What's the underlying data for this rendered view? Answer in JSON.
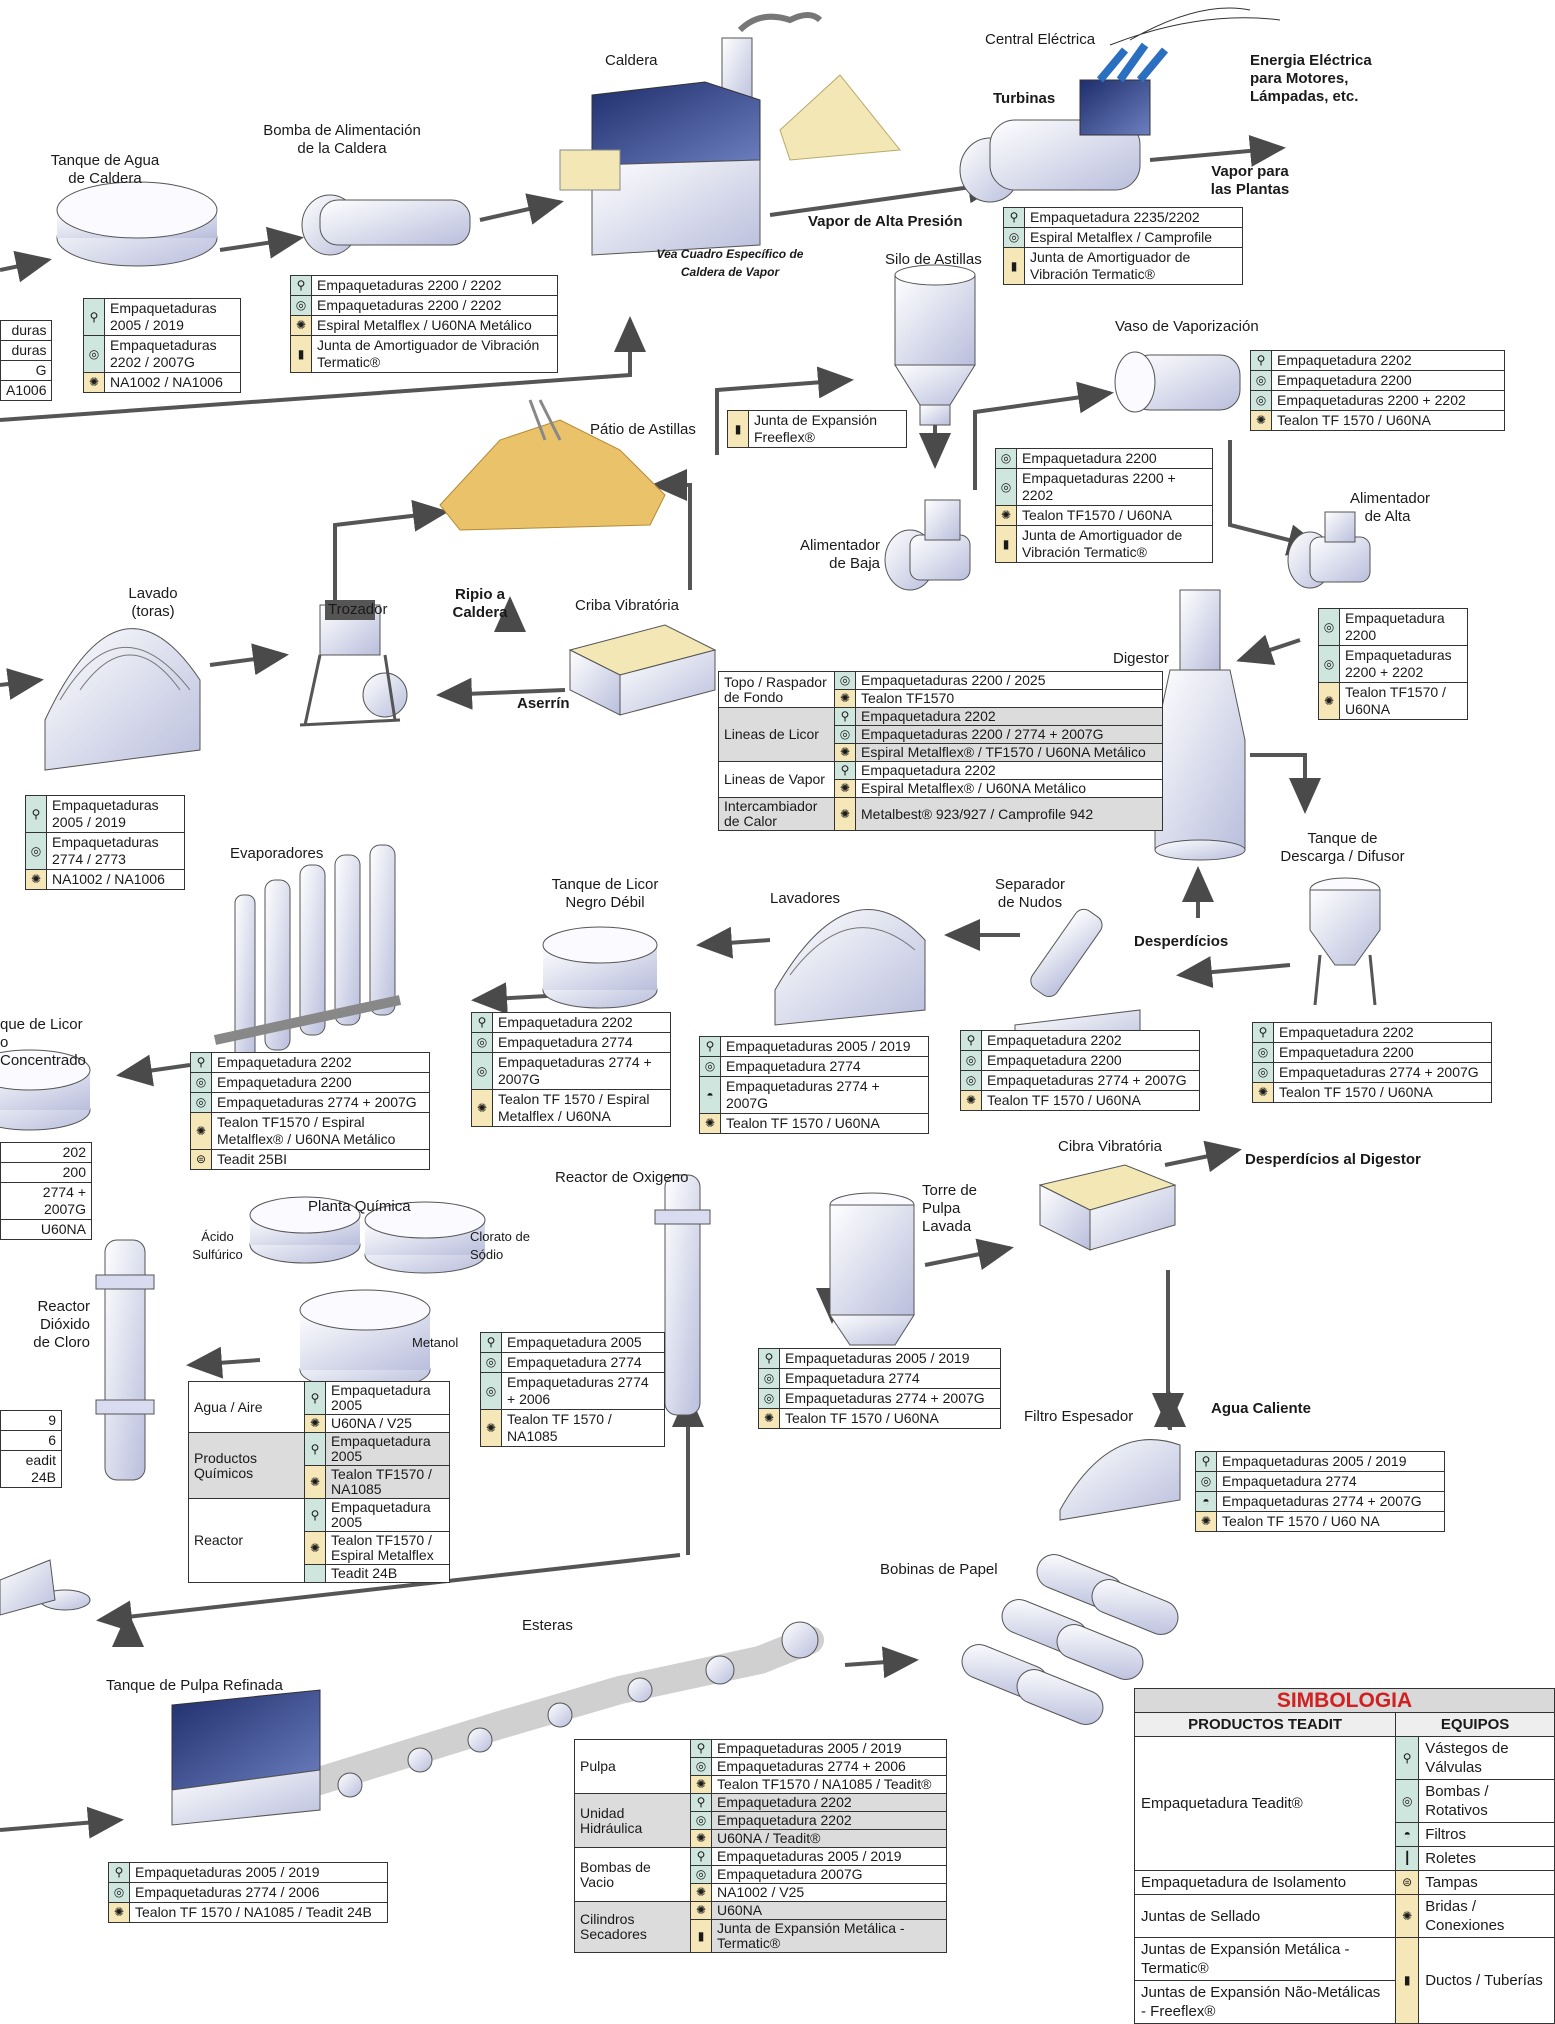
{
  "labels": {
    "caldera": "Caldera",
    "central_electrica": "Central Eléctrica",
    "energia": "Energia Eléctrica para Motores, Lámpadas, etc.",
    "turbinas": "Turbinas",
    "vapor_plantas": "Vapor para las Plantas",
    "vapor_alta": "Vapor de Alta Presión",
    "vea_cuadro": "Vea Cuadro Específico de Caldera de Vapor",
    "bomba_alim": "Bomba de Alimentación de la Caldera",
    "tanque_agua": "Tanque de Agua de Caldera",
    "silo": "Silo de Astillas",
    "vaso": "Vaso de Vaporización",
    "patio": "Pátio de Astillas",
    "alim_alta": "Alimentador de Alta",
    "alim_baja": "Alimentador de Baja",
    "lavado": "Lavado (toras)",
    "trozador": "Trozador",
    "ripio": "Ripio a Caldera",
    "criba": "Criba Vibratória",
    "aserrin": "Aserrín",
    "digestor": "Digestor",
    "evaporadores": "Evaporadores",
    "tanque_licor_debil": "Tanque de Licor Negro Débil",
    "lavadores": "Lavadores",
    "separador": "Separador de Nudos",
    "desperdicios": "Desperdícios",
    "tanque_descarga": "Tanque de Descarga / Difusor",
    "tanque_licor_conc": "que de Licor o Concentrado",
    "planta_quimica": "Planta Química",
    "acido": "Ácido Sulfúrico",
    "clorato": "Clorato de Sódio",
    "metanol": "Metanol",
    "reactor_oxigeno": "Reactor de Oxigeno",
    "torre_pulpa": "Torre de Pulpa Lavada",
    "cibra": "Cibra Vibratória",
    "desp_digestor": "Desperdícios al Digestor",
    "agua_caliente": "Agua Caliente",
    "filtro": "Filtro Espesador",
    "reactor_dioxido": "Reactor Dióxido de Cloro",
    "bobinas": "Bobinas de Papel",
    "esteras": "Esteras",
    "tanque_pulpa_ref": "Tanque de Pulpa Refinada"
  },
  "tables": {
    "central": [
      {
        "icon": "valve-stem-icon",
        "text": "Empaquetadura 2235/2202"
      },
      {
        "icon": "pump-icon",
        "text": "Espiral Metalflex / Camprofile"
      },
      {
        "icon": "duct-icon",
        "text": "Junta de Amortiguador de Vibración Termatic®"
      }
    ],
    "bomba": [
      {
        "icon": "valve-stem-icon",
        "text": "Empaquetaduras 2200 / 2202"
      },
      {
        "icon": "pump-icon",
        "text": "Empaquetaduras 2200 / 2202"
      },
      {
        "icon": "flange-icon",
        "text": "Espiral Metalflex  / U60NA Metálico"
      },
      {
        "icon": "duct-icon",
        "text": "Junta de Amortiguador de Vibración Termatic®"
      }
    ],
    "tanque_agua": [
      {
        "icon": "valve-stem-icon",
        "text": "Empaquetaduras 2005 / 2019"
      },
      {
        "icon": "pump-icon",
        "text": "Empaquetaduras 2202 / 2007G"
      },
      {
        "icon": "flange-icon",
        "text": "NA1002 / NA1006"
      }
    ],
    "left_clip1": [
      "duras",
      "duras",
      "G",
      "A1006"
    ],
    "vaso": [
      {
        "icon": "valve-stem-icon",
        "text": "Empaquetadura 2202"
      },
      {
        "icon": "pump-icon",
        "text": "Empaquetadura 2200"
      },
      {
        "icon": "pump-icon",
        "text": "Empaquetaduras 2200 + 2202"
      },
      {
        "icon": "flange-icon",
        "text": "Tealon TF 1570 / U60NA"
      }
    ],
    "silo": [
      {
        "icon": "duct-icon",
        "text": "Junta de Expansión Freeflex®"
      }
    ],
    "alim_baja": [
      {
        "icon": "pump-icon",
        "text": "Empaquetadura 2200"
      },
      {
        "icon": "pump-icon",
        "text": "Empaquetaduras 2200 + 2202"
      },
      {
        "icon": "flange-icon",
        "text": "Tealon TF1570 / U60NA"
      },
      {
        "icon": "duct-icon",
        "text": "Junta de Amortiguador de Vibración Termatic®"
      }
    ],
    "alim_alta": [
      {
        "icon": "pump-icon",
        "text": "Empaquetadura 2200"
      },
      {
        "icon": "pump-icon",
        "text": "Empaquetaduras 2200 + 2202"
      },
      {
        "icon": "flange-icon",
        "text": "Tealon TF1570 / U60NA"
      }
    ],
    "digestor": [
      {
        "group": "Topo / Raspador de Fondo",
        "shade": false,
        "rows": [
          {
            "icon": "pump-icon",
            "text": "Empaquetaduras 2200 / 2025"
          },
          {
            "icon": "flange-icon",
            "text": "Tealon TF1570"
          }
        ]
      },
      {
        "group": "Lineas de Licor",
        "shade": true,
        "rows": [
          {
            "icon": "valve-stem-icon",
            "text": "Empaquetadura 2202"
          },
          {
            "icon": "pump-icon",
            "text": "Empaquetaduras 2200 / 2774 + 2007G"
          },
          {
            "icon": "flange-icon",
            "text": "Espiral Metalflex® / TF1570 / U60NA Metálico"
          }
        ]
      },
      {
        "group": "Lineas de Vapor",
        "shade": false,
        "rows": [
          {
            "icon": "valve-stem-icon",
            "text": "Empaquetadura 2202"
          },
          {
            "icon": "flange-icon",
            "text": "Espiral Metalflex®  / U60NA Metálico"
          }
        ]
      },
      {
        "group": "Intercambiador de Calor",
        "shade": true,
        "rows": [
          {
            "icon": "flange-icon",
            "text": "Metalbest® 923/927 / Camprofile 942"
          }
        ]
      }
    ],
    "lavado": [
      {
        "icon": "valve-stem-icon",
        "text": "Empaquetaduras 2005 / 2019"
      },
      {
        "icon": "pump-icon",
        "text": "Empaquetaduras 2774 / 2773"
      },
      {
        "icon": "flange-icon",
        "text": "NA1002 / NA1006"
      }
    ],
    "evaporadores": [
      {
        "icon": "valve-stem-icon",
        "text": "Empaquetadura 2202"
      },
      {
        "icon": "pump-icon",
        "text": "Empaquetadura 2200"
      },
      {
        "icon": "pump-icon",
        "text": "Empaquetaduras 2774 + 2007G"
      },
      {
        "icon": "flange-icon",
        "text": "Tealon TF1570 / Espiral Metalflex® / U60NA Metálico"
      },
      {
        "icon": "cap-icon",
        "text": "Teadit 25BI"
      }
    ],
    "licor_debil": [
      {
        "icon": "valve-stem-icon",
        "text": "Empaquetadura 2202"
      },
      {
        "icon": "pump-icon",
        "text": "Empaquetadura 2774"
      },
      {
        "icon": "pump-icon",
        "text": "Empaquetaduras 2774 + 2007G"
      },
      {
        "icon": "flange-icon",
        "text": "Tealon TF 1570 / Espiral Metalflex / U60NA"
      }
    ],
    "lavadores": [
      {
        "icon": "valve-stem-icon",
        "text": "Empaquetaduras 2005 / 2019"
      },
      {
        "icon": "pump-icon",
        "text": "Empaquetadura 2774"
      },
      {
        "icon": "filter-icon",
        "text": "Empaquetaduras 2774 + 2007G"
      },
      {
        "icon": "flange-icon",
        "text": "Tealon TF 1570 / U60NA"
      }
    ],
    "separador": [
      {
        "icon": "valve-stem-icon",
        "text": "Empaquetadura 2202"
      },
      {
        "icon": "pump-icon",
        "text": "Empaquetadura 2200"
      },
      {
        "icon": "pump-icon",
        "text": "Empaquetaduras 2774 + 2007G"
      },
      {
        "icon": "flange-icon",
        "text": "Tealon TF 1570 / U60NA"
      }
    ],
    "descarga": [
      {
        "icon": "valve-stem-icon",
        "text": "Empaquetadura 2202"
      },
      {
        "icon": "pump-icon",
        "text": "Empaquetadura 2200"
      },
      {
        "icon": "pump-icon",
        "text": "Empaquetaduras 2774 + 2007G"
      },
      {
        "icon": "flange-icon",
        "text": "Tealon TF 1570 / U60NA"
      }
    ],
    "left_clip2": [
      "202",
      "200",
      "2774 + 2007G",
      "U60NA"
    ],
    "left_clip3": [
      "9",
      "6",
      "eadit 24B"
    ],
    "planta": [
      {
        "group": "Agua / Aire",
        "shade": false,
        "rows": [
          {
            "icon": "valve-stem-icon",
            "text": "Empaquetadura 2005"
          },
          {
            "icon": "flange-icon",
            "text": "U60NA / V25"
          }
        ]
      },
      {
        "group": "Productos Químicos",
        "shade": true,
        "rows": [
          {
            "icon": "valve-stem-icon",
            "text": "Empaquetadura 2005"
          },
          {
            "icon": "flange-icon",
            "text": "Tealon TF1570 / NA1085"
          }
        ]
      },
      {
        "group": "Reactor",
        "shade": false,
        "rows": [
          {
            "icon": "valve-stem-icon",
            "text": "Empaquetadura 2005"
          },
          {
            "icon": "flange-icon",
            "text": "Tealon TF1570 / Espiral Metalflex"
          },
          {
            "icon": "",
            "text": "Teadit 24B"
          }
        ]
      }
    ],
    "reactor_oxigeno": [
      {
        "icon": "valve-stem-icon",
        "text": "Empaquetadura 2005"
      },
      {
        "icon": "pump-icon",
        "text": "Empaquetadura 2774"
      },
      {
        "icon": "pump-icon",
        "text": "Empaquetaduras 2774 + 2006"
      },
      {
        "icon": "flange-icon",
        "text": "Tealon TF 1570 / NA1085"
      }
    ],
    "torre": [
      {
        "icon": "valve-stem-icon",
        "text": "Empaquetaduras 2005 / 2019"
      },
      {
        "icon": "pump-icon",
        "text": "Empaquetadura 2774"
      },
      {
        "icon": "pump-icon",
        "text": "Empaquetaduras 2774 + 2007G"
      },
      {
        "icon": "flange-icon",
        "text": "Tealon TF 1570 / U60NA"
      }
    ],
    "filtro": [
      {
        "icon": "valve-stem-icon",
        "text": "Empaquetaduras 2005 / 2019"
      },
      {
        "icon": "pump-icon",
        "text": "Empaquetadura 2774"
      },
      {
        "icon": "filter-icon",
        "text": "Empaquetaduras 2774 + 2007G"
      },
      {
        "icon": "flange-icon",
        "text": "Tealon TF 1570 / U60 NA"
      }
    ],
    "pulpa_ref": [
      {
        "icon": "valve-stem-icon",
        "text": "Empaquetaduras 2005 / 2019"
      },
      {
        "icon": "pump-icon",
        "text": "Empaquetaduras 2774 / 2006"
      },
      {
        "icon": "flange-icon",
        "text": "Tealon TF 1570 / NA1085 / Teadit 24B"
      }
    ],
    "papel": [
      {
        "group": "Pulpa",
        "shade": false,
        "rows": [
          {
            "icon": "valve-stem-icon",
            "text": "Empaquetaduras 2005 / 2019"
          },
          {
            "icon": "pump-icon",
            "text": "Empaquetaduras 2774 + 2006"
          },
          {
            "icon": "flange-icon",
            "text": "Tealon TF1570 / NA1085 / Teadit®"
          }
        ]
      },
      {
        "group": "Unidad Hidráulica",
        "shade": true,
        "rows": [
          {
            "icon": "valve-stem-icon",
            "text": "Empaquetadura 2202"
          },
          {
            "icon": "pump-icon",
            "text": "Empaquetadura 2202"
          },
          {
            "icon": "flange-icon",
            "text": "U60NA / Teadit®"
          }
        ]
      },
      {
        "group": "Bombas de Vacio",
        "shade": false,
        "rows": [
          {
            "icon": "valve-stem-icon",
            "text": "Empaquetaduras 2005 / 2019"
          },
          {
            "icon": "pump-icon",
            "text": "Empaquetadura 2007G"
          },
          {
            "icon": "flange-icon",
            "text": "NA1002 / V25"
          }
        ]
      },
      {
        "group": "Cilindros Secadores",
        "shade": true,
        "rows": [
          {
            "icon": "flange-icon",
            "text": "U60NA"
          },
          {
            "icon": "duct-icon",
            "text": "Junta de Expansión Metálica - Termatic®"
          }
        ]
      }
    ]
  },
  "legend": {
    "title": "SIMBOLOGIA",
    "col_products": "PRODUCTOS TEADIT",
    "col_equipment": "EQUIPOS",
    "rows": [
      {
        "product": "Empaquetadura Teadit®",
        "span": 4,
        "items": [
          {
            "icon": "valve-stem-icon",
            "equipment": "Vástegos de Válvulas"
          },
          {
            "icon": "pump-icon",
            "equipment": "Bombas / Rotativos"
          },
          {
            "icon": "filter-icon",
            "equipment": "Filtros"
          },
          {
            "icon": "roller-icon",
            "equipment": "Roletes"
          }
        ]
      },
      {
        "product": "Empaquetadura de Isolamento",
        "span": 1,
        "items": [
          {
            "icon": "cap-icon",
            "equipment": "Tampas"
          }
        ]
      },
      {
        "product": "Juntas de Sellado",
        "span": 1,
        "items": [
          {
            "icon": "flange-icon",
            "equipment": "Bridas / Conexiones"
          }
        ]
      },
      {
        "product": "Juntas de Expansión Metálica - Termatic®",
        "span": 2,
        "items": [
          {
            "icon": "duct-icon",
            "equipment": "Ductos / Tuberías"
          }
        ]
      },
      {
        "product": "Juntas de Expansión Não-Metálicas - Freeflex®",
        "span": 0,
        "items": []
      }
    ]
  },
  "icons": {
    "valve-stem-icon": "⚲",
    "pump-icon": "◎",
    "flange-icon": "✺",
    "duct-icon": "▮",
    "filter-icon": "◓",
    "cap-icon": "⊜",
    "roller-icon": "┃"
  },
  "colors": {
    "teal_icon_bg": "#cfe6df",
    "yellow_icon_bg": "#f6e7b8",
    "equipment_fill": "#e4e6f3",
    "equipment_dark": "#2a3b7a",
    "chips": "#e9c26a",
    "legend_title": "#d21f1f"
  }
}
